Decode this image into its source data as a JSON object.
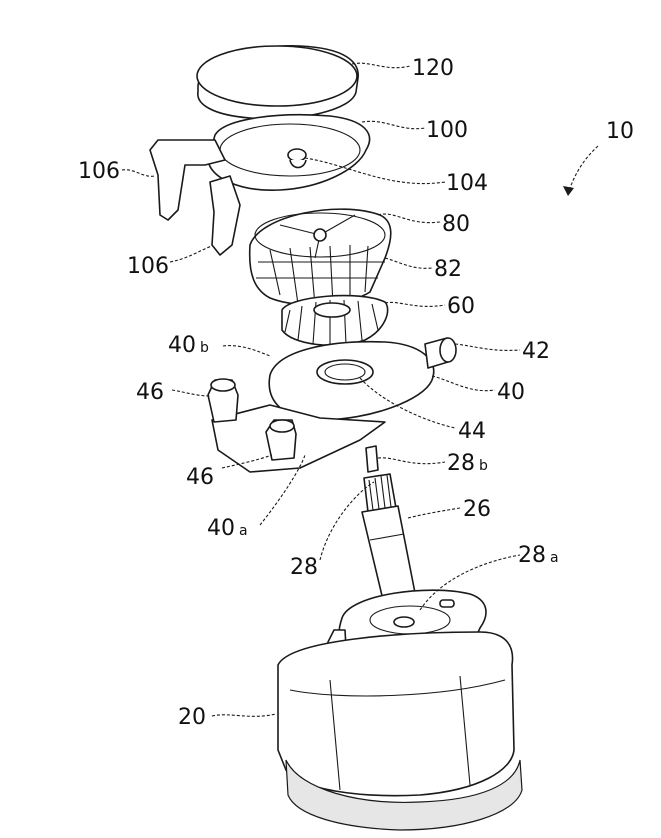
{
  "labels": {
    "l10": "10",
    "l120": "120",
    "l100": "100",
    "l104": "104",
    "l106_top": "106",
    "l106_mid": "106",
    "l80": "80",
    "l82": "82",
    "l60": "60",
    "l40b_main": "40",
    "l40b_sub": "b",
    "l42": "42",
    "l46_top": "46",
    "l40": "40",
    "l44": "44",
    "l46_bot": "46",
    "l28b_main": "28",
    "l28b_sub": "b",
    "l40a_main": "40",
    "l40a_sub": "a",
    "l26": "26",
    "l28": "28",
    "l28a_main": "28",
    "l28a_sub": "a",
    "l20": "20"
  }
}
